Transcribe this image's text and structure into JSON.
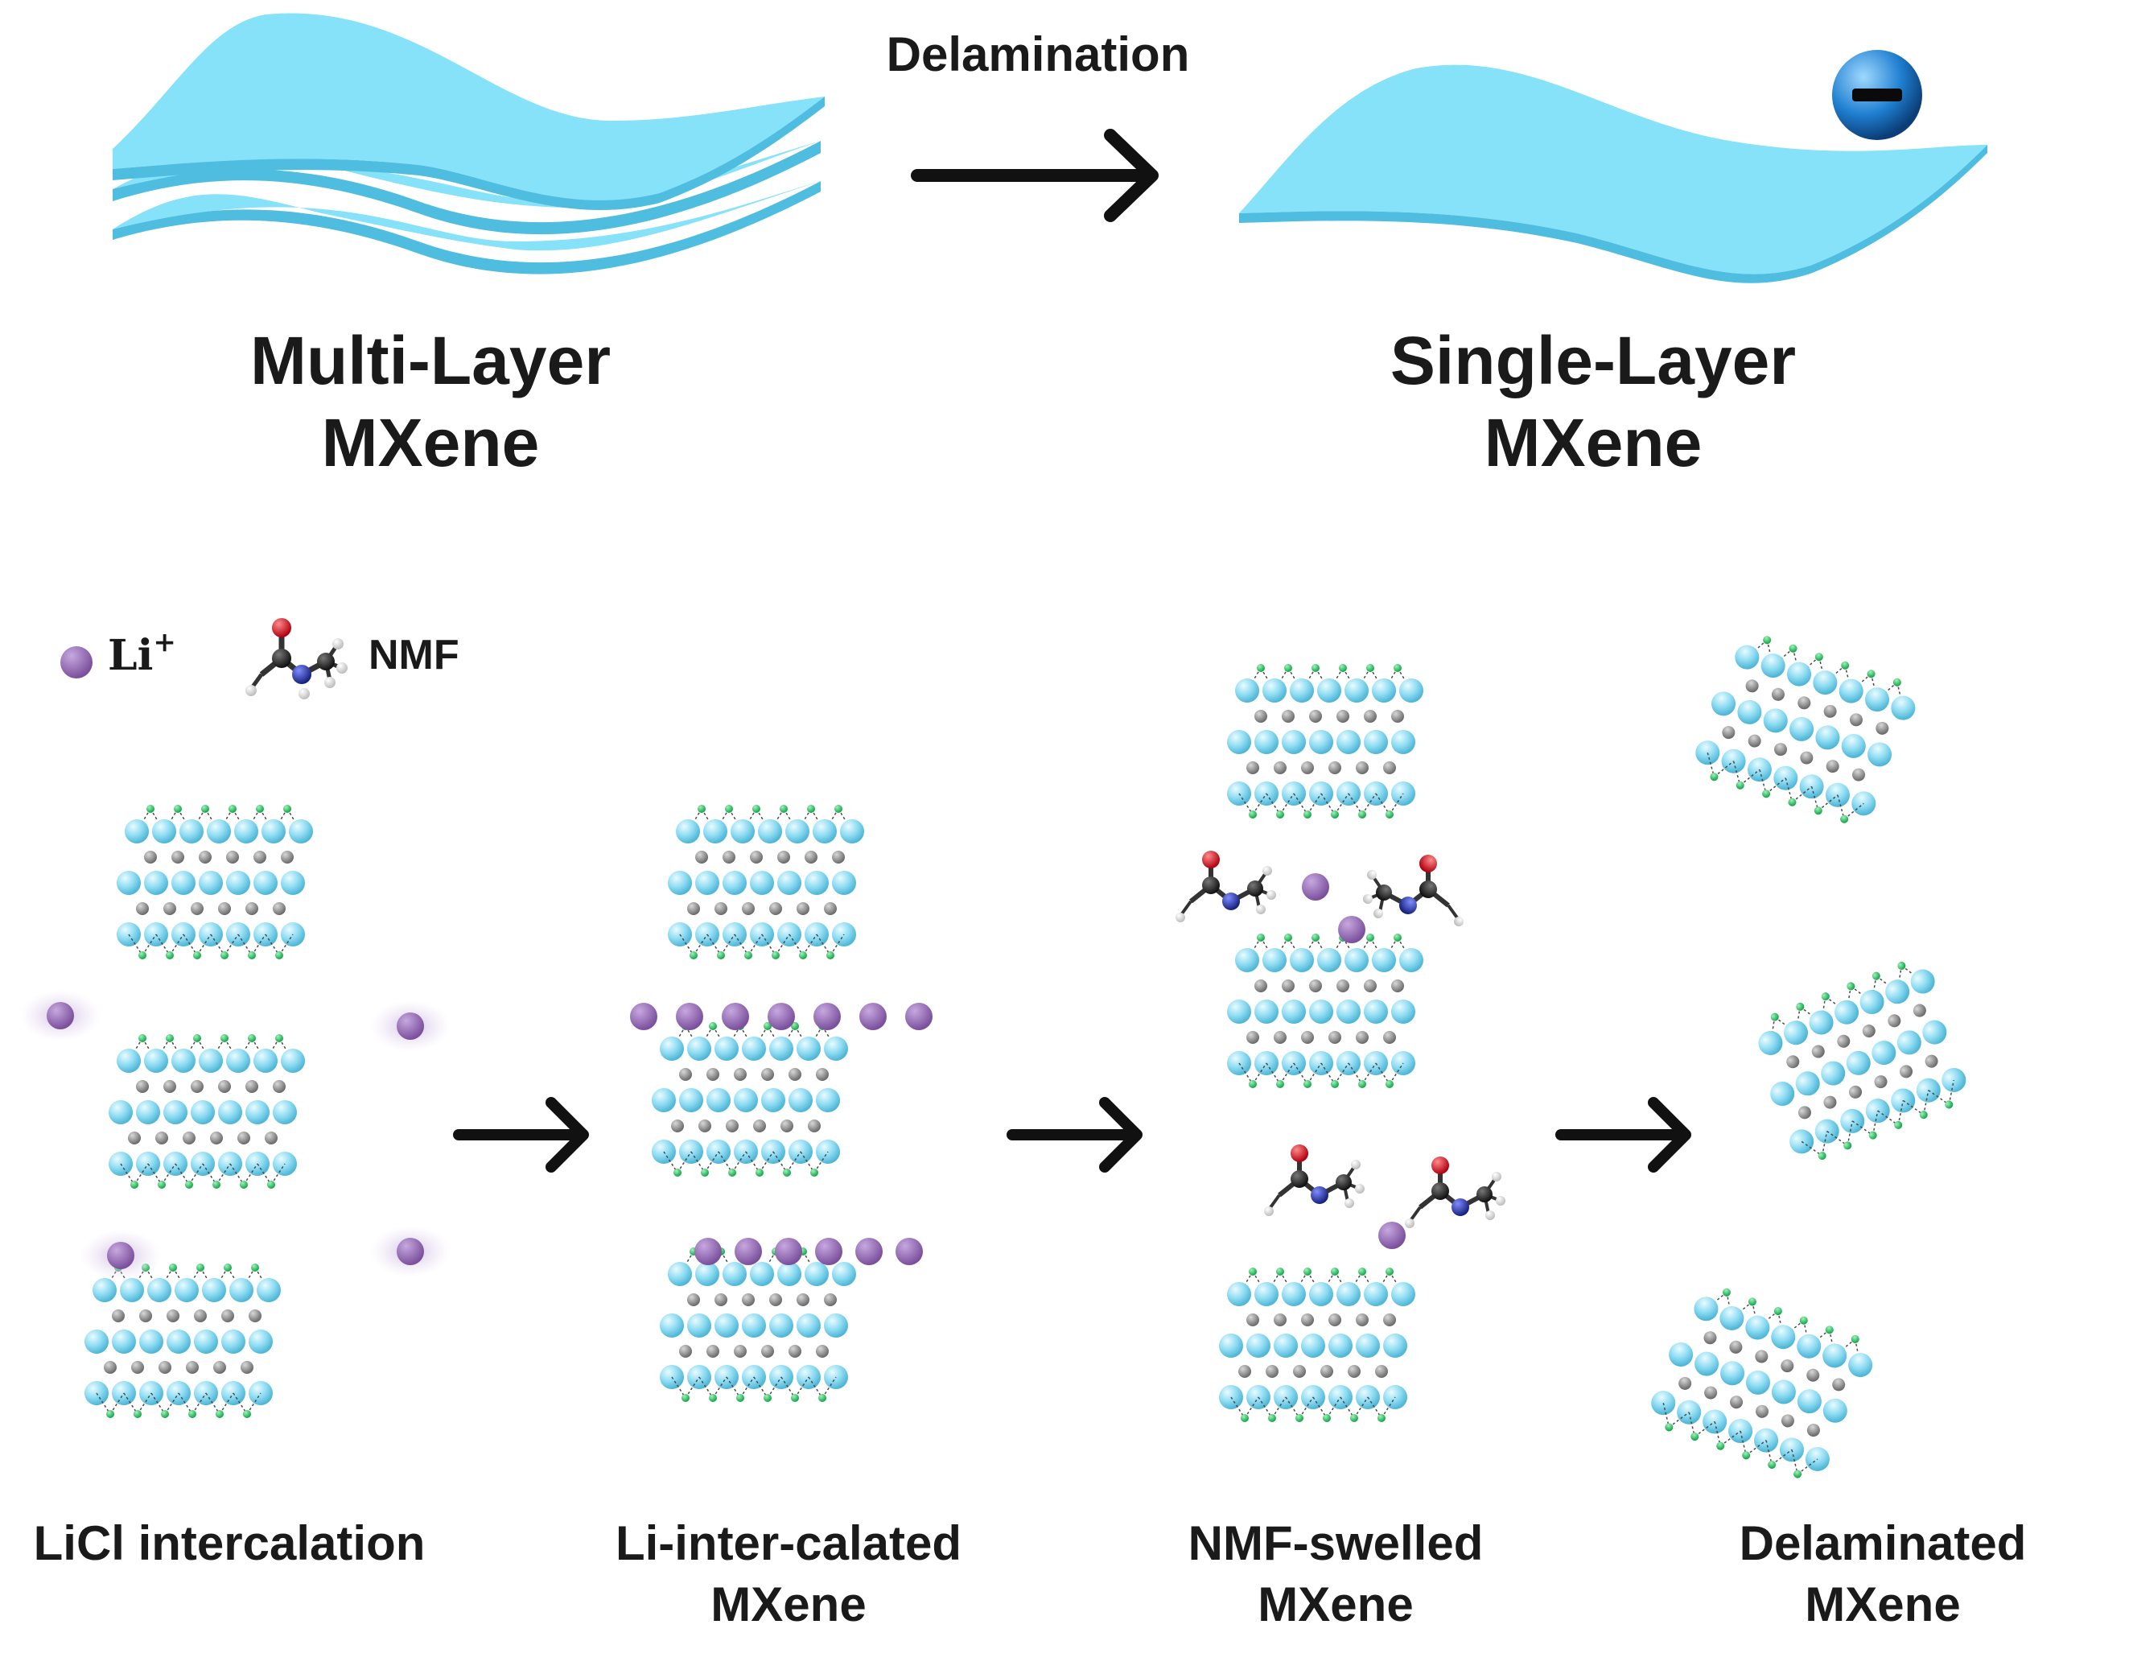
{
  "top": {
    "arrow_label": "Delamination",
    "left_label_line1": "Multi-Layer",
    "left_label_line2": "MXene",
    "right_label_line1": "Single-Layer",
    "right_label_line2": "MXene",
    "charge_symbol": "−"
  },
  "legend": {
    "li_label": "Li",
    "li_superscript": "+",
    "nmf_label": "NMF"
  },
  "stages": [
    {
      "line1": "LiCl intercalation",
      "line2": ""
    },
    {
      "line1": "Li-inter-calated",
      "line2": "MXene"
    },
    {
      "line1": "NMF-swelled",
      "line2": "MXene"
    },
    {
      "line1": "Delaminated",
      "line2": "MXene"
    }
  ],
  "colors": {
    "sheet_light": "#86e2f8",
    "sheet_dark": "#4fbde0",
    "metal_atom": "#8fdcf2",
    "carbon_atom": "#8c8c8c",
    "terminal_atom": "#22c35e",
    "lithium_ion": "#8a62a8",
    "oxygen": "#d2141e",
    "nitrogen": "#2433a8",
    "electron": "#1f7fd0",
    "arrow": "#111111"
  }
}
